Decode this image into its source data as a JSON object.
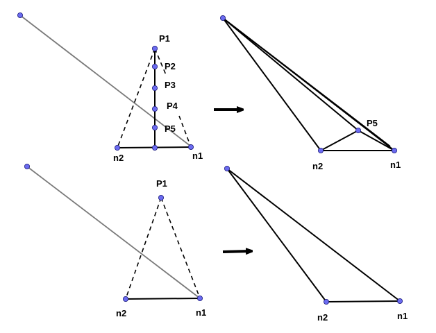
{
  "colors": {
    "point_fill": "#6b6bf0",
    "line": "#000000",
    "reference_line": "#7a7a7a",
    "background": "#ffffff"
  },
  "labels": {
    "p1": "P1",
    "p2": "P2",
    "p3": "P3",
    "p4": "P4",
    "p5": "P5",
    "n1": "n1",
    "n2": "n2"
  },
  "arrows": [
    "right-arrow-icon",
    "right-arrow-icon"
  ]
}
